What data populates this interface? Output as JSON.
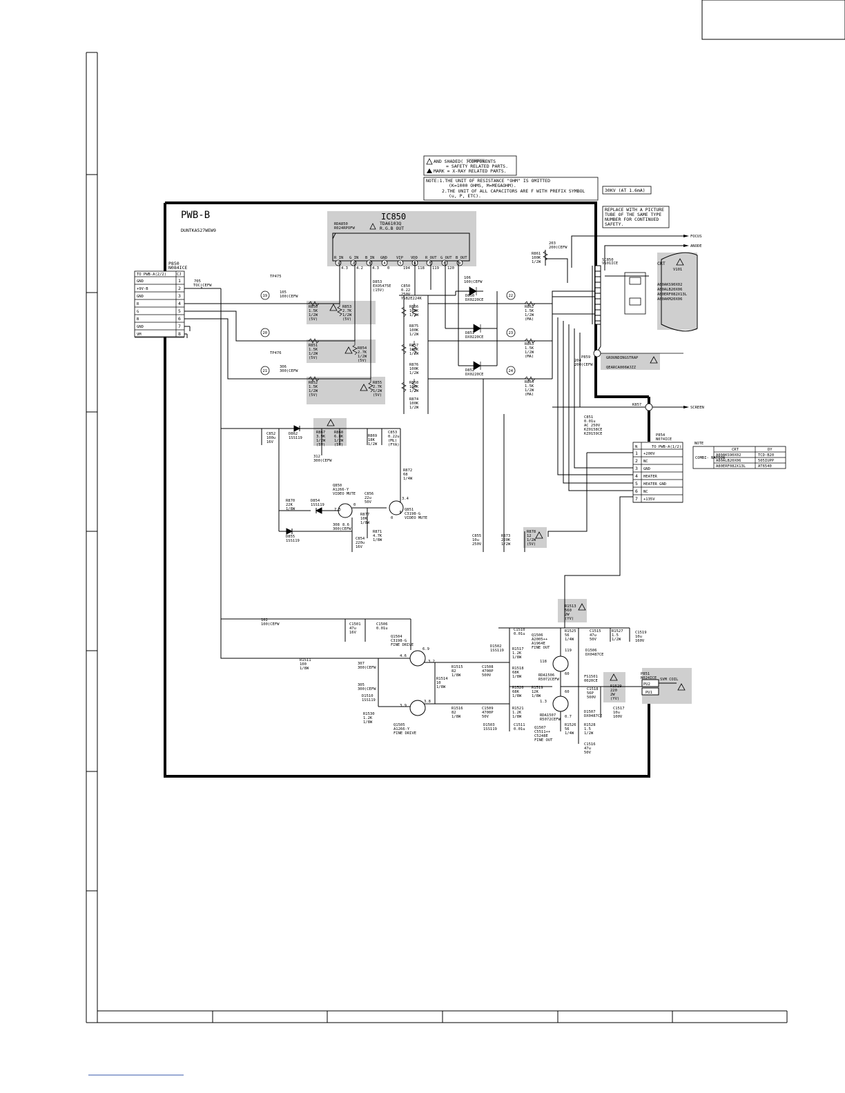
{
  "notes": {
    "shaded": "AND SHADED(          )COMPONENTS",
    "safety": "= SAFETY RELATED PARTS.",
    "xray": "MARK = X-RAY RELATED PARTS.",
    "note1": "NOTE:1.THE UNIT OF RESISTANCE \"OHM\" IS OMITTED",
    "note1b": "(K=1000 OHMS, M=MEGAOHM).",
    "note2": "2.THE UNIT OF ALL CAPACITORS ARE F WITH PREFIX SYMBOL",
    "note2b": "(u, P, ETC).",
    "kv": "30KV (AT 1.6mA)",
    "replace1": "REPLACE WITH A PICTURE",
    "replace2": "TUBE OF THE SAME TYPE",
    "replace3": "NUMBER FOR CONTINUED",
    "replace4": "SAFETY."
  },
  "board": {
    "name": "PWB-B",
    "code": "DUNTKA527WEW9"
  },
  "ic": {
    "ref": "IC850",
    "part": "TDA6103Q",
    "func": "R.G.B OUT",
    "rda": "RDA850",
    "rda_part": "R024RPOFW",
    "pins": [
      "R IN",
      "G IN",
      "B IN",
      "GND",
      "VIP",
      "VDD",
      "R OUT",
      "G OUT",
      "B OUT"
    ],
    "pin_numbers": [
      "1",
      "2",
      "3",
      "4",
      "5",
      "6",
      "7",
      "8",
      "9"
    ],
    "volts": [
      "4.3",
      "4.2",
      "4.3",
      "0",
      "194",
      "118",
      "119",
      "120"
    ]
  },
  "p850": {
    "ref": "P850",
    "part": "N084ICE",
    "cj": "CJ",
    "to": "TO PWB-A(2/2)",
    "rows": [
      {
        "n": "1",
        "s": "GND"
      },
      {
        "n": "2",
        "s": "+9V-B"
      },
      {
        "n": "3",
        "s": "GND"
      },
      {
        "n": "4",
        "s": "R"
      },
      {
        "n": "5",
        "s": "G"
      },
      {
        "n": "6",
        "s": "B"
      },
      {
        "n": "7",
        "s": "GND"
      },
      {
        "n": "8",
        "s": "VM"
      }
    ]
  },
  "p854": {
    "ref": "P854",
    "part": "N074ICE",
    "n": "N",
    "to": "TO PWB-A(1/2)",
    "rows": [
      {
        "n": "1",
        "s": "+200V"
      },
      {
        "n": "2",
        "s": "NC"
      },
      {
        "n": "3",
        "s": "GND"
      },
      {
        "n": "4",
        "s": "HEATER"
      },
      {
        "n": "5",
        "s": "HEATER GND"
      },
      {
        "n": "6",
        "s": "NC"
      },
      {
        "n": "7",
        "s": "+135V"
      }
    ]
  },
  "combo": {
    "note": "NOTE",
    "left": "COMBI- NATION",
    "h1": "CRT",
    "h2": "DY",
    "rows": [
      [
        "A80AKS90X02",
        "TCD-B20"
      ],
      [
        "A80ALB20X06",
        "505IUPP"
      ],
      [
        "A80ERF082X13L",
        "AT6540"
      ]
    ]
  },
  "crt": {
    "label": "CRT",
    "ref": "V101",
    "types": [
      "A80AKS90X02",
      "A80ALB20X06",
      "A80ERF082X13L",
      "A80AKM20X06"
    ],
    "socket": "SC850",
    "socket_part": "V101ICE",
    "focus": "FOCUS",
    "anode": "ANODE",
    "screen": "SCREEN",
    "ground": "GROUNDINGSTRAP",
    "ground_part": "QEARCA006WJZZ",
    "p859": "P859",
    "k857": "K857"
  },
  "parts": {
    "tp475": "TP475",
    "tp476": "TP476",
    "j705": "705",
    "j705b": "100(CEFW",
    "j705c": "TOC(CEFW",
    "j306": "306",
    "j306b": "300(CEFW",
    "r850": [
      "R850",
      "1.5K",
      "1/2W",
      "(5V)"
    ],
    "r853": [
      "R853",
      "2.7K",
      "1/2W",
      "(5V)"
    ],
    "r851": [
      "R851",
      "1.5K",
      "1/2W",
      "(5V)"
    ],
    "r854": [
      "R854",
      "2.7K",
      "1/2W",
      "(5V)"
    ],
    "r852": [
      "R852",
      "1.5K",
      "1/2W",
      "(5V)"
    ],
    "r855": [
      "R855",
      "2.7K",
      "1/2W",
      "(5V)"
    ],
    "d853": [
      "D853",
      "EXO5475E",
      "(15V)"
    ],
    "c850": [
      "C850",
      "0.22",
      "250V",
      "YSB2E224K"
    ],
    "r856": [
      "R856",
      "100K",
      "1/2W"
    ],
    "r875": [
      "R875",
      "100K",
      "1/2W"
    ],
    "r857": [
      "R857",
      "100K",
      "1/2W"
    ],
    "r876": [
      "R876",
      "100K",
      "1/2W"
    ],
    "r858": [
      "R858",
      "100K",
      "1/2W"
    ],
    "r874": [
      "R874",
      "100K",
      "1/2W"
    ],
    "j106": [
      "106",
      "100(CEFW"
    ],
    "d850": [
      "D850",
      "DX0220CE"
    ],
    "d851": [
      "D851",
      "DX0220CE"
    ],
    "d852": [
      "D852",
      "DX0220CE"
    ],
    "r862": [
      "R862",
      "1.5K",
      "1/2W",
      "(MA)"
    ],
    "r863": [
      "R863",
      "1.5K",
      "1/2W",
      "(MA)"
    ],
    "r864": [
      "R864",
      "1.5K",
      "1/2W",
      "(MA)"
    ],
    "r861": [
      "R861",
      "100K",
      "1/2W"
    ],
    "j203": [
      "203",
      "200(CEFW"
    ],
    "j204": [
      "204",
      "200(CEFW"
    ],
    "c851": [
      "C851",
      "0.01u",
      "AC 250V",
      "KZ0158CE",
      "KZ0159CE"
    ],
    "c852": [
      "C852",
      "100u",
      "16V"
    ],
    "d862": [
      "D862",
      "1SS119"
    ],
    "r867": [
      "R867",
      "3.9K",
      "1/2W",
      "(5V)"
    ],
    "r868": [
      "R868",
      "6.8K",
      "1/2W",
      "(5V)"
    ],
    "r869": [
      "R869",
      "18K",
      "1/2W"
    ],
    "c853": [
      "C853",
      "0.22u",
      "(ML)",
      "(FYA)"
    ],
    "j312": [
      "312",
      "300(CEFW"
    ],
    "r872": [
      "R872",
      "68",
      "1/4W"
    ],
    "q850": [
      "Q850",
      "A1266-Y",
      "VIDEO MUTE"
    ],
    "q851": [
      "Q851",
      "C3198-G",
      "VIDEO MUTE"
    ],
    "r870": [
      "R870",
      "22K",
      "1/8W"
    ],
    "d854": [
      "D854",
      "1SS119"
    ],
    "d855": [
      "D855",
      "1SS119"
    ],
    "c856": [
      "C856",
      "22u",
      "50V"
    ],
    "r877": [
      "R877",
      "10K",
      "1/8W"
    ],
    "r871": [
      "R871",
      "4.7K",
      "1/8W"
    ],
    "j308": [
      "308",
      "300(CEFW"
    ],
    "c854": [
      "C854",
      "220u",
      "16V"
    ],
    "c855": [
      "C855",
      "10u",
      "250V"
    ],
    "r873": [
      "R873",
      "220K",
      "1/2W"
    ],
    "r878": [
      "R878",
      "12",
      "1/2W",
      "(5V)"
    ],
    "v_q850": [
      "7.5",
      "0",
      "8.6"
    ],
    "v_q851": [
      "3.4",
      "0"
    ],
    "r1513": [
      "R1513",
      "560",
      "2W",
      "(YV)"
    ],
    "j102": [
      "102",
      "100(CEFW"
    ],
    "c1501": [
      "C1501",
      "47u",
      "16V"
    ],
    "c1506": [
      "C1506",
      "0.01u"
    ],
    "q1504": [
      "Q1504",
      "C3198-G",
      "FINE DRIVE"
    ],
    "q1505": [
      "Q1505",
      "A1266-Y",
      "FINE DRIVE"
    ],
    "r1511": [
      "R1511",
      "100",
      "1/8W"
    ],
    "j307": [
      "307",
      "300(CEFW"
    ],
    "j305": [
      "305",
      "300(CEFW"
    ],
    "d1510": [
      "D1510",
      "1SS119"
    ],
    "r1530": [
      "R1530",
      "1.2K",
      "1/8W"
    ],
    "r1515": [
      "R1515",
      "82",
      "1/8W"
    ],
    "r1514": [
      "R1514",
      "10",
      "1/8W"
    ],
    "r1516": [
      "R1516",
      "82",
      "1/8W"
    ],
    "c1508": [
      "C1508",
      "4700P",
      "500V"
    ],
    "c1509": [
      "C1509",
      "4700P",
      "50V"
    ],
    "c1510": [
      "C1510",
      "0.01u"
    ],
    "d1502": [
      "D1502",
      "1SS119"
    ],
    "d1503": [
      "D1503",
      "1SS119"
    ],
    "r1517": [
      "R1517",
      "1.2K",
      "1/8W"
    ],
    "r1518": [
      "R1518",
      "68K",
      "1/8W"
    ],
    "r1520": [
      "R1520",
      "68K",
      "1/8W"
    ],
    "r1521": [
      "R1521",
      "1.2K",
      "1/8W"
    ],
    "c1511": [
      "C1511",
      "0.01u"
    ],
    "q1506": [
      "Q1506",
      "A2005++",
      "A1964E",
      "FINE OUT"
    ],
    "q1507": [
      "Q1507",
      "C5511++",
      "C5248E",
      "FINE OUT"
    ],
    "rda1506": [
      "RDA1506",
      "R5072CEFW"
    ],
    "rda1507": [
      "RDA1507",
      "R5072CEFW"
    ],
    "r1519": [
      "R1519",
      "12K",
      "1/8W"
    ],
    "r1525": [
      "R1525",
      "56",
      "1/4W"
    ],
    "r1526": [
      "R1526",
      "56",
      "1/4W"
    ],
    "d1506": [
      "D1506",
      "DX0487CE"
    ],
    "d1507": [
      "D1507",
      "DX0487CE"
    ],
    "c1515": [
      "C1515",
      "47u",
      "50V"
    ],
    "r1527": [
      "R1527",
      "1.5",
      "1/2W"
    ],
    "c1519": [
      "C1519",
      "10u",
      "160V"
    ],
    "fs1501": [
      "FS1501",
      "0020CE"
    ],
    "c1518": [
      "C1518",
      "56P",
      "500V"
    ],
    "r1529": [
      "R1529",
      "220",
      "2W",
      "(YV)"
    ],
    "c1517": [
      "C1517",
      "10u",
      "100V"
    ],
    "r1528": [
      "R1528",
      "1.5",
      "1/2W"
    ],
    "c1516": [
      "C1516",
      "47u",
      "50V"
    ],
    "p851": [
      "P851",
      "N024ICE"
    ],
    "pu2": "PU2",
    "pu1": "PU1",
    "svm": "SVM COIL",
    "v_q1504": [
      "6.9",
      "4.6",
      "3.2"
    ],
    "v_q1505": [
      "3.9",
      "3.8"
    ],
    "v_q1506": [
      "119",
      "118",
      "60"
    ],
    "v_q1507": [
      "60",
      "1.3",
      "0.7"
    ],
    "bubbles": [
      "19",
      "20",
      "21",
      "22",
      "23",
      "24"
    ]
  }
}
